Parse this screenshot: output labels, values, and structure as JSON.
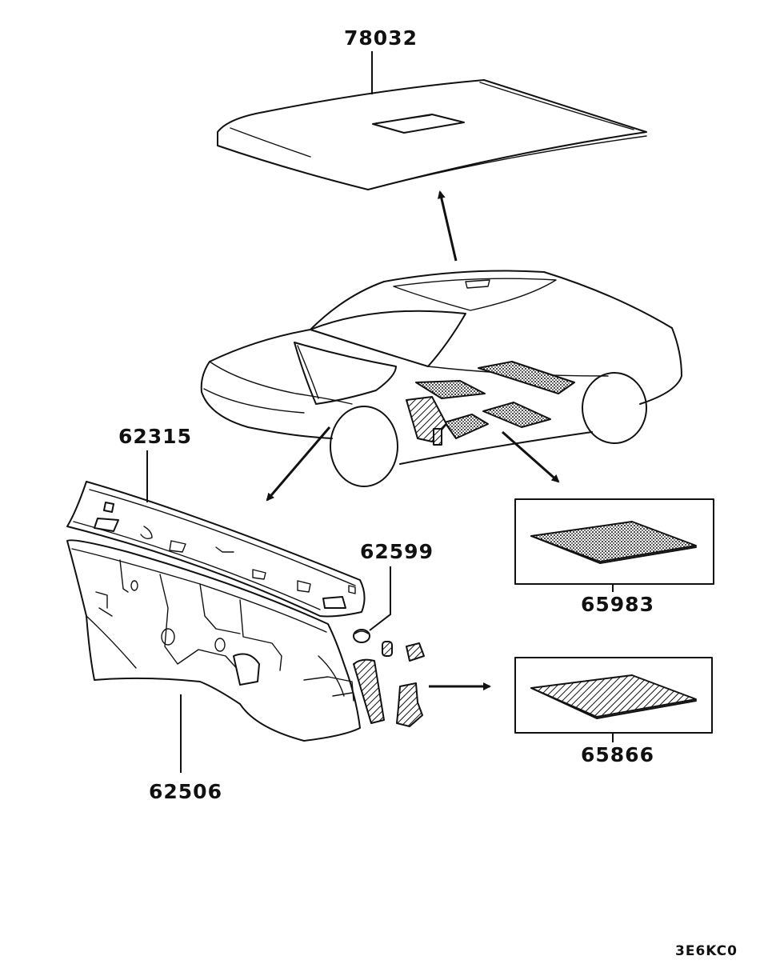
{
  "diagram": {
    "parts": [
      {
        "id": "78032",
        "label": "78032",
        "description_shown": false
      },
      {
        "id": "62315",
        "label": "62315"
      },
      {
        "id": "62599",
        "label": "62599"
      },
      {
        "id": "65983",
        "label": "65983"
      },
      {
        "id": "62506",
        "label": "62506"
      },
      {
        "id": "65866",
        "label": "65866"
      }
    ],
    "drawing_code": "3E6KC0",
    "colors": {
      "ink": "#111111",
      "paper": "#ffffff"
    }
  }
}
